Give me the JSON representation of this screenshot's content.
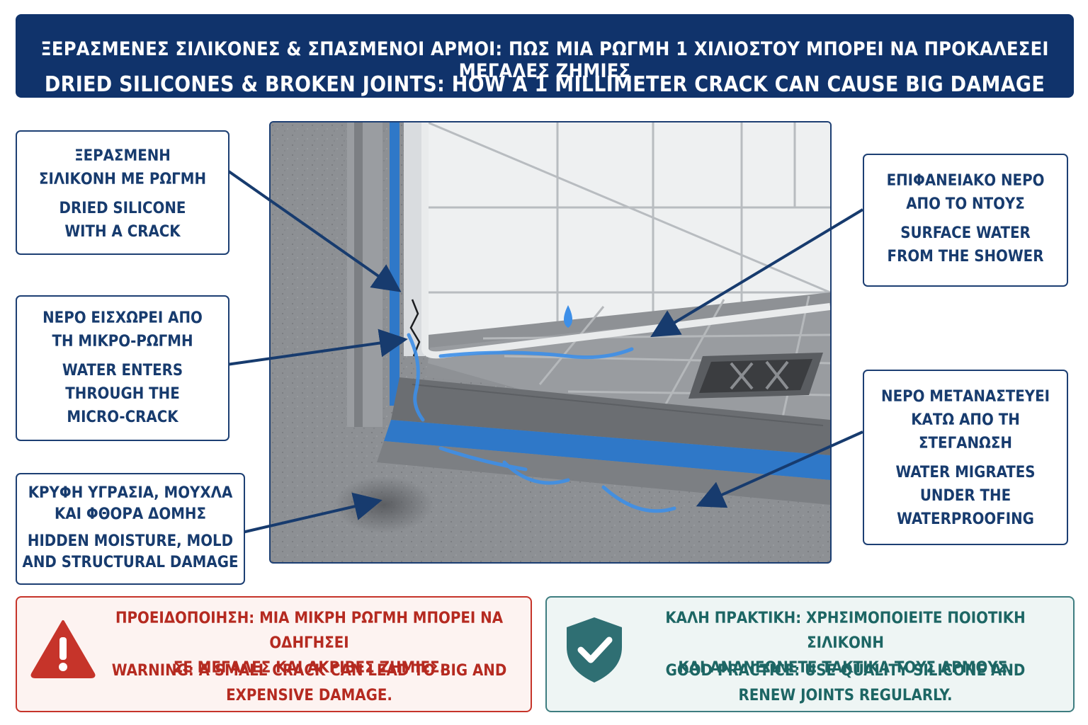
{
  "header": {
    "title_gr": "ΞΕΡΑΣΜΕΝΕΣ ΣΙΛΙΚΟΝΕΣ & ΣΠΑΣΜΕΝΟΙ ΑΡΜΟΙ: ΠΩΣ ΜΙΑ ΡΩΓΜΗ 1 ΧΙΛΙΟΣΤΟΥ ΜΠΟΡΕΙ ΝΑ ΠΡΟΚΑΛΕΣΕΙ ΜΕΓΑΛΕΣ ΖΗΜΙΕΣ",
    "title_en": "DRIED SILICONES & BROKEN JOINTS: HOW A 1 MILLIMETER CRACK CAN CAUSE BIG DAMAGE"
  },
  "callouts": {
    "dried_silicone": {
      "gr": "ΞΕΡΑΣΜΕΝΗ\nΣΙΛΙΚΟΝΗ ΜΕ ΡΩΓΜΗ",
      "en": "DRIED SILICONE\nWITH A CRACK"
    },
    "water_enters": {
      "gr": "ΝΕΡΟ ΕΙΣΧΩΡΕΙ ΑΠΟ\nΤΗ ΜΙΚΡΟ-ΡΩΓΜΗ",
      "en": "WATER ENTERS\nTHROUGH THE\nMICRO-CRACK"
    },
    "hidden_moisture": {
      "gr": "ΚΡΥΦΗ ΥΓΡΑΣΙΑ, ΜΟΥΧΛΑ\nΚΑΙ ΦΘΟΡΑ ΔΟΜΗΣ",
      "en": "HIDDEN MOISTURE, MOLD\nAND STRUCTURAL DAMAGE"
    },
    "surface_water": {
      "gr": "ΕΠΙΦΑΝΕΙΑΚΟ ΝΕΡΟ\nΑΠΟ ΤΟ ΝΤΟΥΣ",
      "en": "SURFACE WATER\nFROM THE SHOWER"
    },
    "water_migrates": {
      "gr": "ΝΕΡΟ ΜΕΤΑΝΑΣΤΕΥΕΙ\nΚΑΤΩ ΑΠΟ ΤΗ\nΣΤΕΓΑΝΩΣΗ",
      "en": "WATER MIGRATES\nUNDER THE\nWATERPROOFING"
    }
  },
  "warning": {
    "gr": "ΠΡΟΕΙΔΟΠΟΙΗΣΗ: ΜΙΑ ΜΙΚΡΗ ΡΩΓΜΗ ΜΠΟΡΕΙ ΝΑ ΟΔΗΓΗΣΕΙ\nΣΕ ΜΕΓΑΛΕΣ ΚΑΙ ΑΚΡΙΒΕΣ ΖΗΜΙΕΣ.",
    "en": "WARNING: A SMALL CRACK CAN LEAD TO BIG AND\nEXPENSIVE DAMAGE.",
    "icon": "warning-triangle-icon",
    "color": "#c6342a"
  },
  "good_practice": {
    "gr": "ΚΑΛΗ ΠΡΑΚΤΙΚΗ: ΧΡΗΣΙΜΟΠΟΙΕΙΤΕ ΠΟΙΟΤΙΚΗ ΣΙΛΙΚΟΝΗ\nΚΑΙ ΑΝΑΝΕΩΝΕΤΕ ΤΑΚΤΙΚΑ ΤΟΥΣ ΑΡΜΟΥΣ.",
    "en": "GOOD PRACTICE: USE QUALITY SILICONE AND\nRENEW JOINTS REGULARLY.",
    "icon": "shield-check-icon",
    "color": "#3e7d80"
  },
  "colors": {
    "header_bg": "#10336b",
    "accent_blue": "#2f7fd6",
    "callout_border": "#1d3f73"
  }
}
